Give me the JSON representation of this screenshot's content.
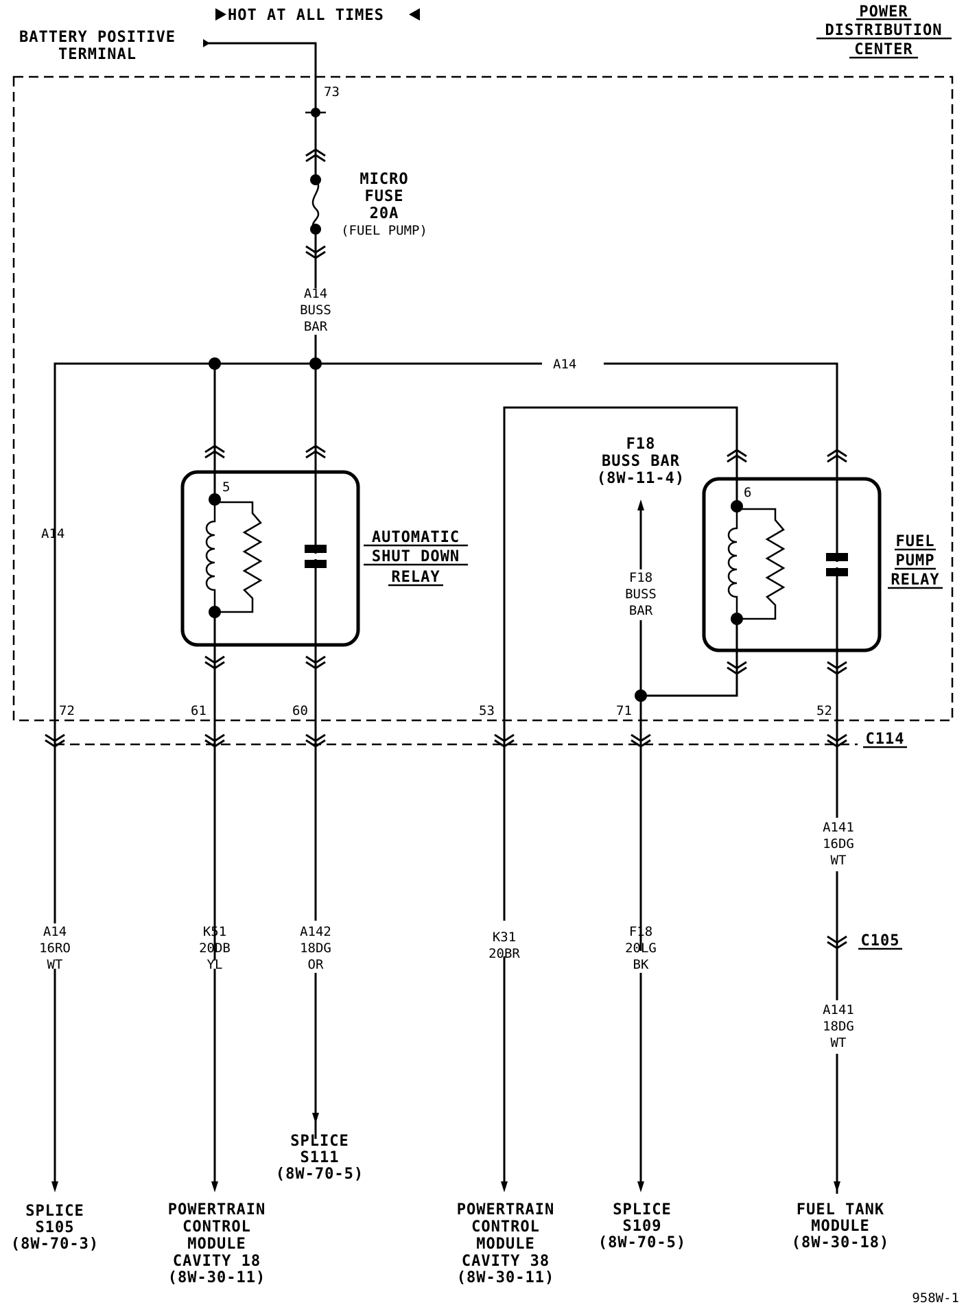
{
  "header": {
    "hot_label": "HOT AT ALL TIMES",
    "battery": [
      "BATTERY POSITIVE",
      "TERMINAL"
    ],
    "pdc": [
      "POWER",
      "DISTRIBUTION",
      "CENTER"
    ]
  },
  "fuse": {
    "cavity": "73",
    "lines": [
      "MICRO",
      "FUSE",
      "20A"
    ],
    "name": "(FUEL PUMP)"
  },
  "buss_a14": [
    "A14",
    "BUSS",
    "BAR"
  ],
  "a14_top_label": "A14",
  "a14_left_label": "A14",
  "asd_relay": {
    "lines": [
      "AUTOMATIC",
      "SHUT DOWN",
      "RELAY"
    ],
    "pin": "5"
  },
  "fp_relay": {
    "lines": [
      "FUEL",
      "PUMP",
      "RELAY"
    ],
    "pin": "6"
  },
  "f18_buss_top": [
    "F18",
    "BUSS BAR",
    "(8W-11-4)"
  ],
  "f18_buss_mid": [
    "F18",
    "BUSS",
    "BAR"
  ],
  "connectors": {
    "c114": "C114",
    "c105": "C105"
  },
  "cavities": {
    "c72": "72",
    "c61": "61",
    "c60": "60",
    "c53": "53",
    "c71": "71",
    "c52": "52"
  },
  "wires": {
    "w1": [
      "A14",
      "16RO",
      "WT"
    ],
    "w2": [
      "K51",
      "20DB",
      "YL"
    ],
    "w3": [
      "A142",
      "18DG",
      "OR"
    ],
    "w4": [
      "K31",
      "20BR"
    ],
    "w5": [
      "F18",
      "20LG",
      "BK"
    ],
    "w6a": [
      "A141",
      "16DG",
      "WT"
    ],
    "w6b": [
      "A141",
      "18DG",
      "WT"
    ]
  },
  "destinations": {
    "d1": [
      "SPLICE",
      "S105",
      "(8W-70-3)"
    ],
    "d2": [
      "POWERTRAIN",
      "CONTROL",
      "MODULE",
      "CAVITY 18",
      "(8W-30-11)"
    ],
    "d3": [
      "SPLICE",
      "S111",
      "(8W-70-5)"
    ],
    "d4": [
      "POWERTRAIN",
      "CONTROL",
      "MODULE",
      "CAVITY 38",
      "(8W-30-11)"
    ],
    "d5": [
      "SPLICE",
      "S109",
      "(8W-70-5)"
    ],
    "d6": [
      "FUEL TANK",
      "MODULE",
      "(8W-30-18)"
    ]
  },
  "page_code": "958W-1"
}
